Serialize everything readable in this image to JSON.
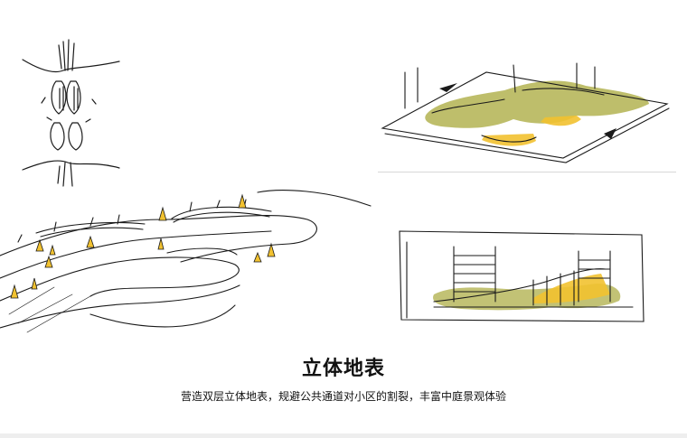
{
  "caption": {
    "title": "立体地表",
    "subtitle": "营造双层立体地表，规避公共通道对小区的割裂，丰富中庭景观体验"
  },
  "colors": {
    "ink": "#1a1a1a",
    "olive_wash": "#a8a83a",
    "yellow_accent": "#f2c230"
  },
  "sketches": [
    {
      "name": "organic-growth-sketch"
    },
    {
      "name": "aerial-perspective-sketch"
    },
    {
      "name": "tilted-plate-sketch"
    },
    {
      "name": "section-sketch"
    }
  ]
}
